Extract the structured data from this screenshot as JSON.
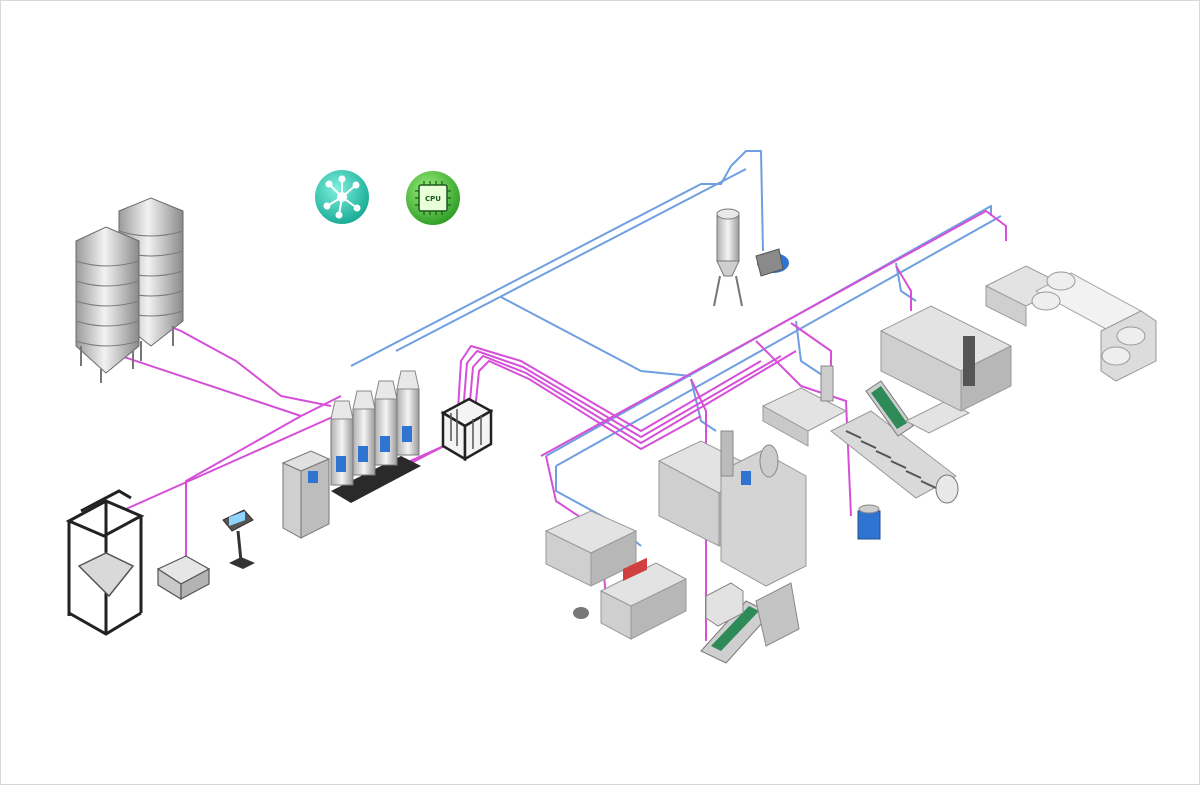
{
  "colors": {
    "vacuum_line": "#6f9fe0",
    "material_line": "#d64fd8",
    "machine_gray": "#cfcfcf",
    "network_badge": "#2ccdb5",
    "cpu_badge": "#4cc63c",
    "dryer_blue": "#2f74d0"
  },
  "badges": {
    "network_icon": "network-hub-icon",
    "cpu_icon": "cpu-chip-icon",
    "cpu_text": "CPU"
  },
  "equipment": [
    "silos",
    "bag-unloader",
    "feed-hopper",
    "control-terminal",
    "control-cabinet",
    "dryer-bank",
    "distribution-manifold",
    "vacuum-pump",
    "injection-molding-machine-left",
    "injection-molding-machine-center",
    "extruder",
    "film-line"
  ]
}
